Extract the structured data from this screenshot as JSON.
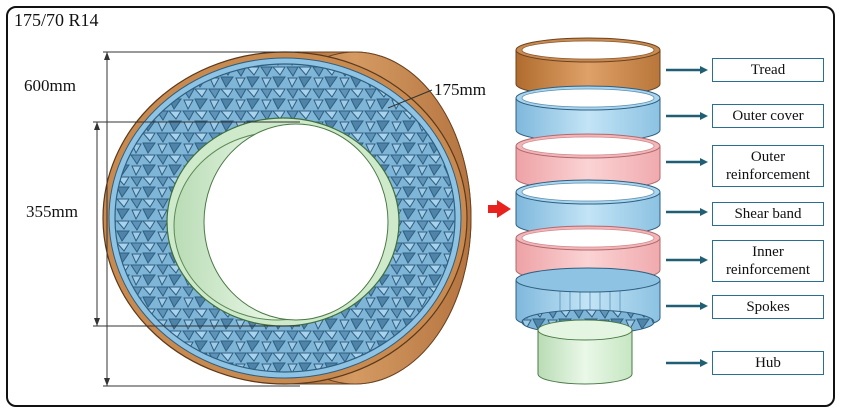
{
  "tire_size": "175/70 R14",
  "dimensions": {
    "outer_diameter": "600mm",
    "inner_diameter": "355mm",
    "width": "175mm"
  },
  "colors": {
    "tread": "#c88a4e",
    "outer_cover": "#a8d4ee",
    "reinforcement": "#f3b5b8",
    "shear_band": "#a8d4ee",
    "spokes": "#8fc3e3",
    "hub": "#d9f0d7",
    "arrow_red": "#e8231f",
    "arrow_dark": "#1f5e73"
  },
  "components": [
    {
      "line1": "Tread",
      "line2": ""
    },
    {
      "line1": "Outer cover",
      "line2": ""
    },
    {
      "line1": "Outer",
      "line2": "reinforcement"
    },
    {
      "line1": "Shear band",
      "line2": ""
    },
    {
      "line1": "Inner",
      "line2": "reinforcement"
    },
    {
      "line1": "Spokes",
      "line2": ""
    },
    {
      "line1": "Hub",
      "line2": ""
    }
  ]
}
